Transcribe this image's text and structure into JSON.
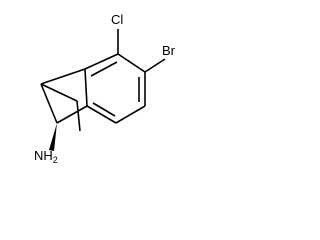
{
  "molecule": {
    "labels": {
      "cl": "Cl",
      "br": "Br",
      "amine": "NH"
    },
    "amine_subscript": "2",
    "amine_stereo": "wedge"
  }
}
